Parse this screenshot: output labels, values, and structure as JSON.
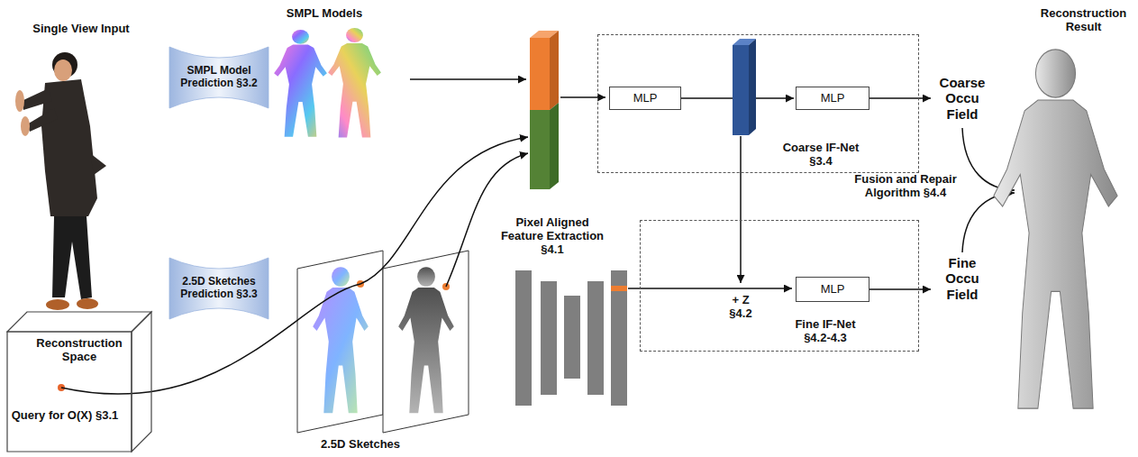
{
  "diagram": {
    "nodes": [
      {
        "text": [
          "SMPL Model Prediction §3.2"
        ]
      },
      {
        "text": [
          "2.5D Sketches Prediction §3.3"
        ]
      },
      {
        "text": [
          "Reconstruction Space",
          "Query for O(X) §3.1"
        ]
      },
      {
        "text": [
          "Coarse IF-Net §3.4"
        ]
      },
      {
        "text": [
          "MLP"
        ],
        "in": 3
      },
      {
        "text": [
          "MLP"
        ],
        "in": 3
      },
      {
        "text": [
          "Fine IF-Net §4.2-4.3"
        ]
      },
      {
        "text": [
          "MLP"
        ],
        "in": 6
      },
      {
        "text": [
          "Coarse Occu Field"
        ]
      },
      {
        "text": [
          "Fine Occu Field"
        ]
      }
    ],
    "edges": [
      {
        "from": 4,
        "to": 5,
        "arrow": "to"
      },
      {
        "from": 5,
        "to": 8,
        "arrow": "to"
      },
      {
        "from": 7,
        "to": 9,
        "arrow": "to"
      }
    ],
    "labels": [
      "Single View Input",
      "SMPL Models",
      "2.5D Sketches",
      "Pixel Aligned Feature Extraction §4.1",
      "+ Z §4.2",
      "Fusion and Repair Algorithm §4.4",
      "Reconstruction Result"
    ]
  }
}
